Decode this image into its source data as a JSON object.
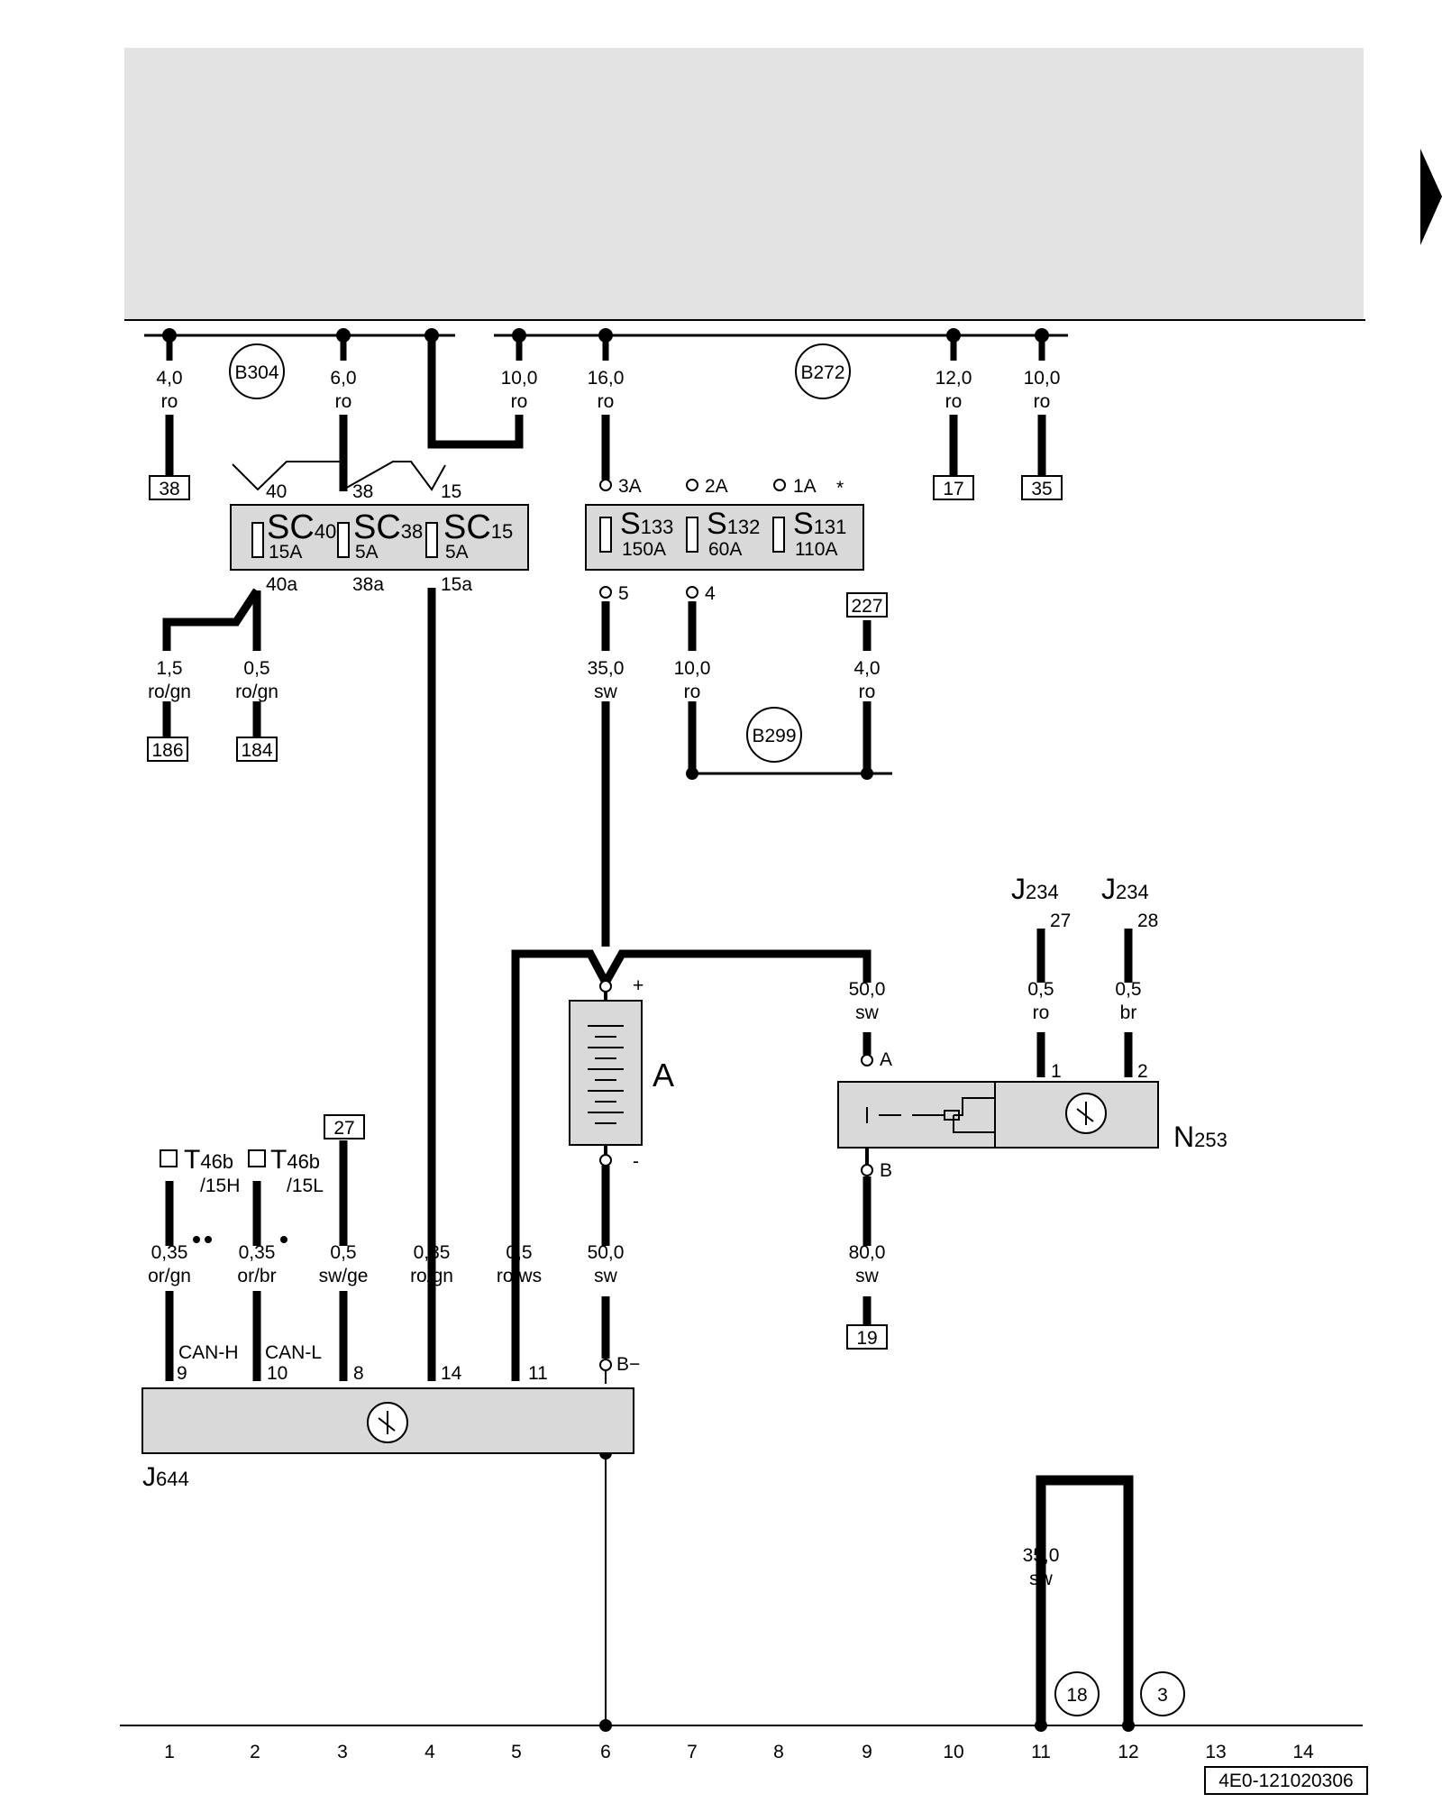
{
  "diagram": {
    "doc_number": "4E0-121020306",
    "column_numbers": [
      "1",
      "2",
      "3",
      "4",
      "5",
      "6",
      "7",
      "8",
      "9",
      "10",
      "11",
      "12",
      "13",
      "14"
    ],
    "connection_points": [
      "B304",
      "B272",
      "B299",
      "18",
      "3"
    ],
    "reference_boxes": [
      "38",
      "17",
      "35",
      "227",
      "186",
      "184",
      "27",
      "19"
    ],
    "wire_labels": [
      {
        "size": "4,0",
        "color": "ro"
      },
      {
        "size": "6,0",
        "color": "ro"
      },
      {
        "size": "10,0",
        "color": "ro"
      },
      {
        "size": "16,0",
        "color": "ro"
      },
      {
        "size": "12,0",
        "color": "ro"
      },
      {
        "size": "10,0",
        "color": "ro"
      },
      {
        "size": "1,5",
        "color": "ro/gn"
      },
      {
        "size": "0,5",
        "color": "ro/gn"
      },
      {
        "size": "35,0",
        "color": "sw"
      },
      {
        "size": "10,0",
        "color": "ro"
      },
      {
        "size": "4,0",
        "color": "ro"
      },
      {
        "size": "50,0",
        "color": "sw"
      },
      {
        "size": "0,5",
        "color": "ro"
      },
      {
        "size": "0,5",
        "color": "br"
      },
      {
        "size": "0,35",
        "color": "or/gn"
      },
      {
        "size": "0,35",
        "color": "or/br"
      },
      {
        "size": "0,5",
        "color": "sw/ge"
      },
      {
        "size": "0,35",
        "color": "ro/gn"
      },
      {
        "size": "0,5",
        "color": "ro/ws"
      },
      {
        "size": "50,0",
        "color": "sw"
      },
      {
        "size": "80,0",
        "color": "sw"
      },
      {
        "size": "35,0",
        "color": "sw"
      }
    ],
    "fuse_block_sc": {
      "pins_top": [
        "40",
        "38",
        "15"
      ],
      "pins_bottom": [
        "40a",
        "38a",
        "15a"
      ],
      "fuses": [
        {
          "name": "SC",
          "sub": "40",
          "rating": "15A"
        },
        {
          "name": "SC",
          "sub": "38",
          "rating": "5A"
        },
        {
          "name": "SC",
          "sub": "15",
          "rating": "5A"
        }
      ]
    },
    "fuse_block_s": {
      "pins_top": [
        "3A",
        "2A",
        "1A"
      ],
      "pins_bottom": [
        "5",
        "4"
      ],
      "star": "*",
      "fuses": [
        {
          "name": "S",
          "sub": "133",
          "rating": "150A"
        },
        {
          "name": "S",
          "sub": "132",
          "rating": "60A"
        },
        {
          "name": "S",
          "sub": "131",
          "rating": "110A"
        }
      ]
    },
    "battery": {
      "label": "A",
      "plus": "+",
      "minus": "-"
    },
    "relay_n253": {
      "name": "N",
      "sub": "253",
      "pin_a": "A",
      "pin_b": "B",
      "pin_1": "1",
      "pin_2": "2"
    },
    "j234_left": {
      "name": "J",
      "sub": "234",
      "pin": "27"
    },
    "j234_right": {
      "name": "J",
      "sub": "234",
      "pin": "28"
    },
    "j644": {
      "name": "J",
      "sub": "644",
      "pins": [
        "9",
        "10",
        "8",
        "14",
        "11",
        "B−"
      ],
      "can_h": "CAN-H",
      "can_l": "CAN-L"
    },
    "t46b_h": {
      "name": "T",
      "sub": "46b",
      "suffix": "/15H"
    },
    "t46b_l": {
      "name": "T",
      "sub": "46b",
      "suffix": "/15L"
    }
  }
}
